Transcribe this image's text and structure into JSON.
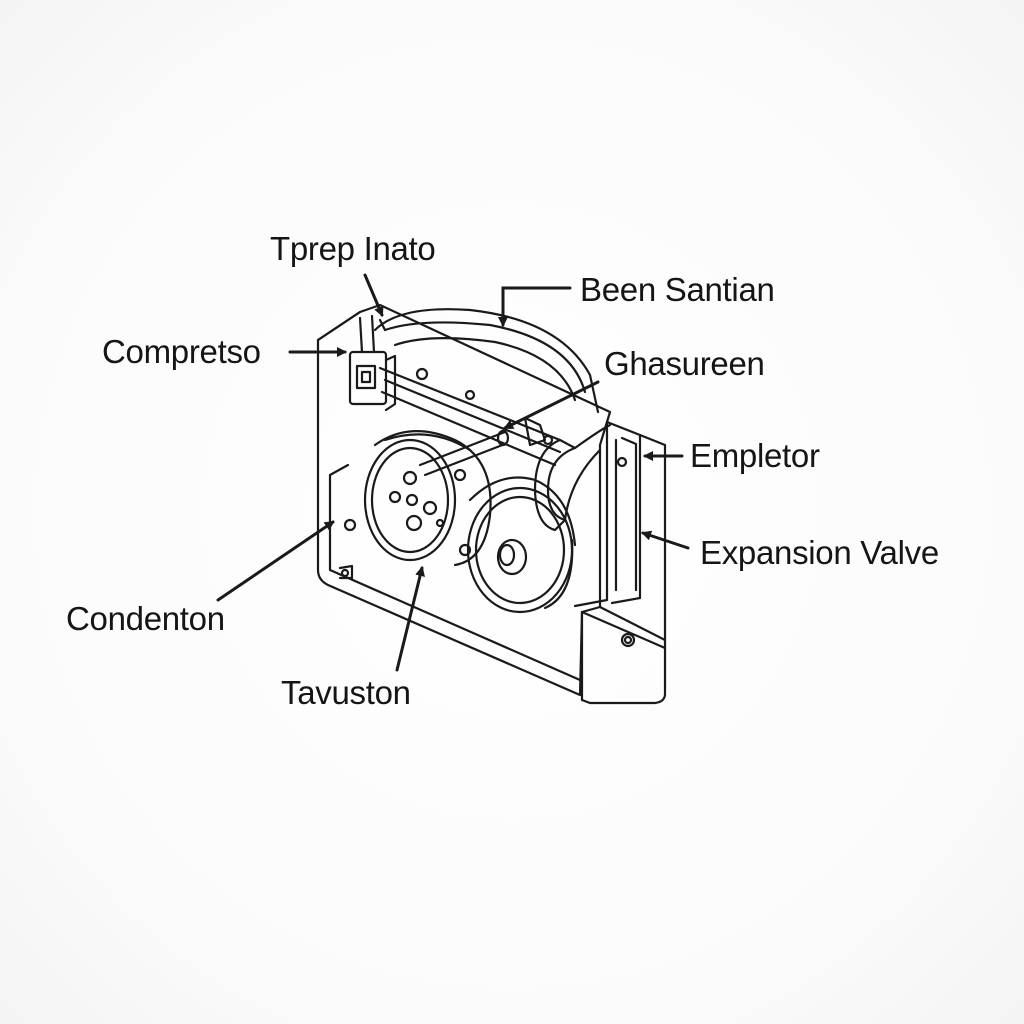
{
  "diagram": {
    "labels": {
      "tprep_inato": "Tprep Inato",
      "been_santian": "Been Santian",
      "compretso": "Compretso",
      "ghasureen": "Ghasureen",
      "empletor": "Empletor",
      "expansion_valve": "Expansion Valve",
      "condenton": "Condenton",
      "tavuston": "Tavuston"
    },
    "colors": {
      "line": "#1a1a1a",
      "background": "#fbfbfb"
    }
  }
}
